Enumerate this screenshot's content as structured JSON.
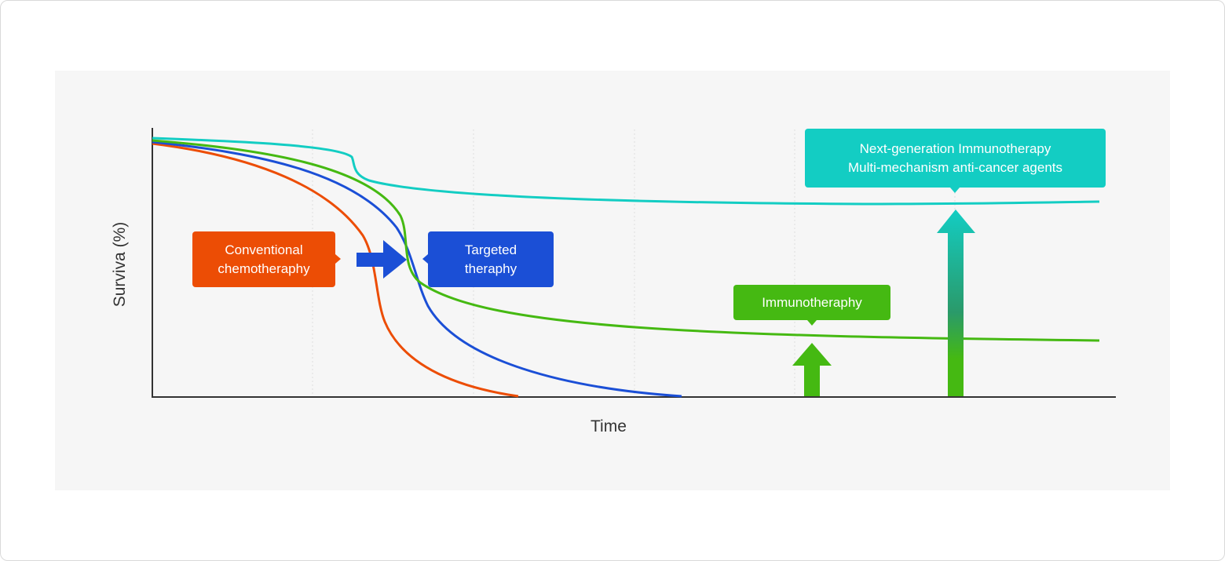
{
  "axes": {
    "xlabel": "Time",
    "ylabel": "Surviva (%)"
  },
  "callouts": {
    "conventional": {
      "line1": "Conventional",
      "line2": "chemotheraphy",
      "color": "#ec4d05"
    },
    "targeted": {
      "line1": "Targeted",
      "line2": "theraphy",
      "color": "#1b4fd6"
    },
    "immunotherapy": {
      "label": "Immunotheraphy",
      "color": "#45b912"
    },
    "next_gen": {
      "line1": "Next-generation Immunotherapy",
      "line2": "Multi-mechanism anti-cancer agents",
      "color": "#13cdc3"
    }
  },
  "colors": {
    "panel_background": "#f6f6f6",
    "axis": "#333333",
    "gridline": "#dedede",
    "teal_arrow_top": "#13cdc3",
    "teal_arrow_bottom": "#45b912"
  }
}
